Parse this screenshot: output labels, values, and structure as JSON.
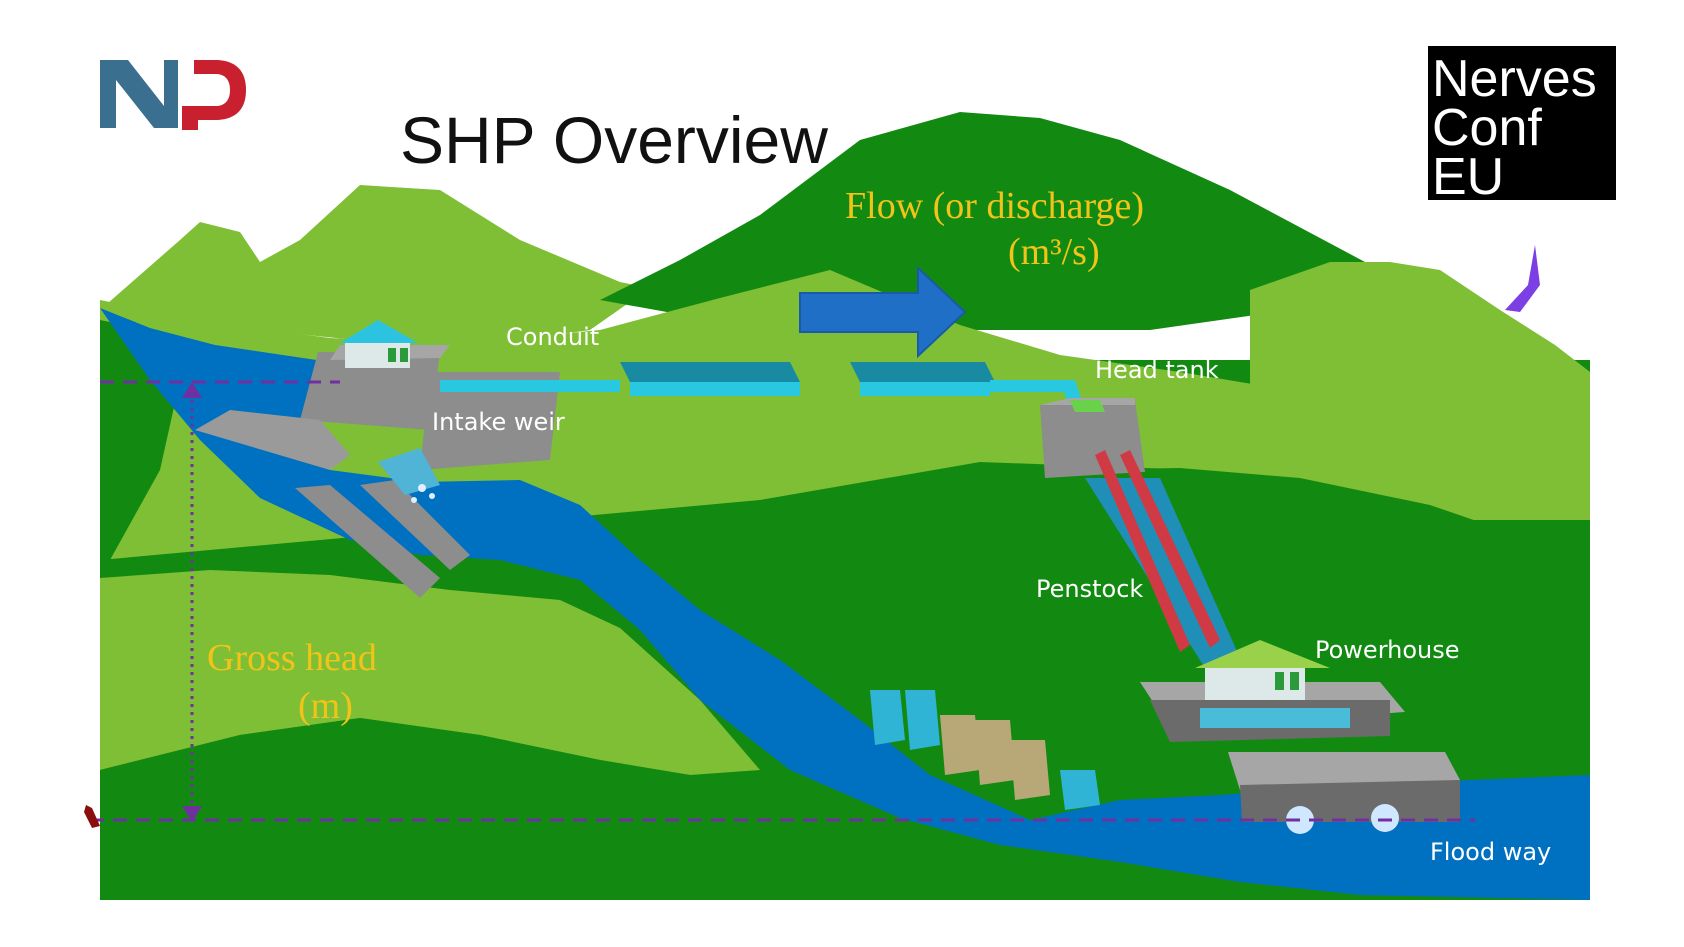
{
  "title": "SHP Overview",
  "logos": {
    "left": {
      "text": "NP",
      "colors": {
        "n": "#3a6f8f",
        "p": "#c8202f"
      }
    },
    "right": {
      "lines": [
        "Nerves",
        "Conf",
        "EU"
      ],
      "background": "#000000",
      "text_color": "#ffffff"
    }
  },
  "labels": {
    "flow": "Flow (or discharge)",
    "flow_unit": "(m³/s)",
    "conduit": "Conduit",
    "intake_weir": "Intake weir",
    "head_tank": "Head tank",
    "penstock": "Penstock",
    "powerhouse": "Powerhouse",
    "gross_head": "Gross head",
    "gross_head_unit": "(m)",
    "flood_way": "Flood way"
  },
  "colors": {
    "dark_green": "#128a12",
    "light_green": "#7fbf35",
    "water": "#0070c0",
    "conduit": "#28c8e0",
    "penstock": "#d03a45",
    "concrete": "#808080",
    "label_gold": "#f2c318",
    "dashed_line": "#7030a0",
    "flow_arrow": "#1f6fc6"
  },
  "icons": [
    "flow-arrow-icon",
    "intake-house-icon",
    "powerhouse-icon",
    "gross-head-arrow-icon"
  ]
}
